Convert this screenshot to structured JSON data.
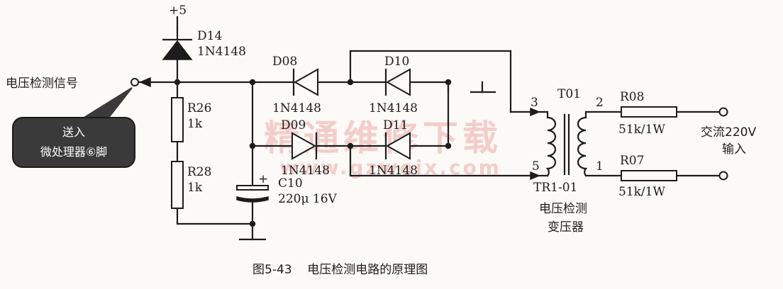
{
  "labels": {
    "plus5": "+5",
    "d14_ref": "D14",
    "d14_part": "1N4148",
    "signal": "电压检测信号",
    "r26_ref": "R26",
    "r26_val": "1k",
    "r28_ref": "R28",
    "r28_val": "1k",
    "d08_ref": "D08",
    "d08_part": "1N4148",
    "d10_ref": "D10",
    "d10_part": "1N4148",
    "d09_ref": "D09",
    "d09_part": "1N4148",
    "d11_ref": "D11",
    "d11_part": "1N4148",
    "c10_ref": "C10",
    "c10_val": "220μ 16V",
    "c10_plus": "+",
    "tr_ref": "T01",
    "tr_model": "TR1-01",
    "tr_name1": "电压检测",
    "tr_name2": "变压器",
    "pin3": "3",
    "pin5": "5",
    "pin2": "2",
    "pin1": "1",
    "r08_ref": "R08",
    "r08_val": "51k/1W",
    "r07_ref": "R07",
    "r07_val": "51k/1W",
    "ac_in1": "交流220V",
    "ac_in2": "输入"
  },
  "callout": {
    "line1": "送入",
    "line2": "微处理器⑥脚"
  },
  "caption": "图5-43    电压检测电路的原理图",
  "watermark": {
    "line1": "精通维修下载",
    "line2": "www.gzweix.com"
  }
}
